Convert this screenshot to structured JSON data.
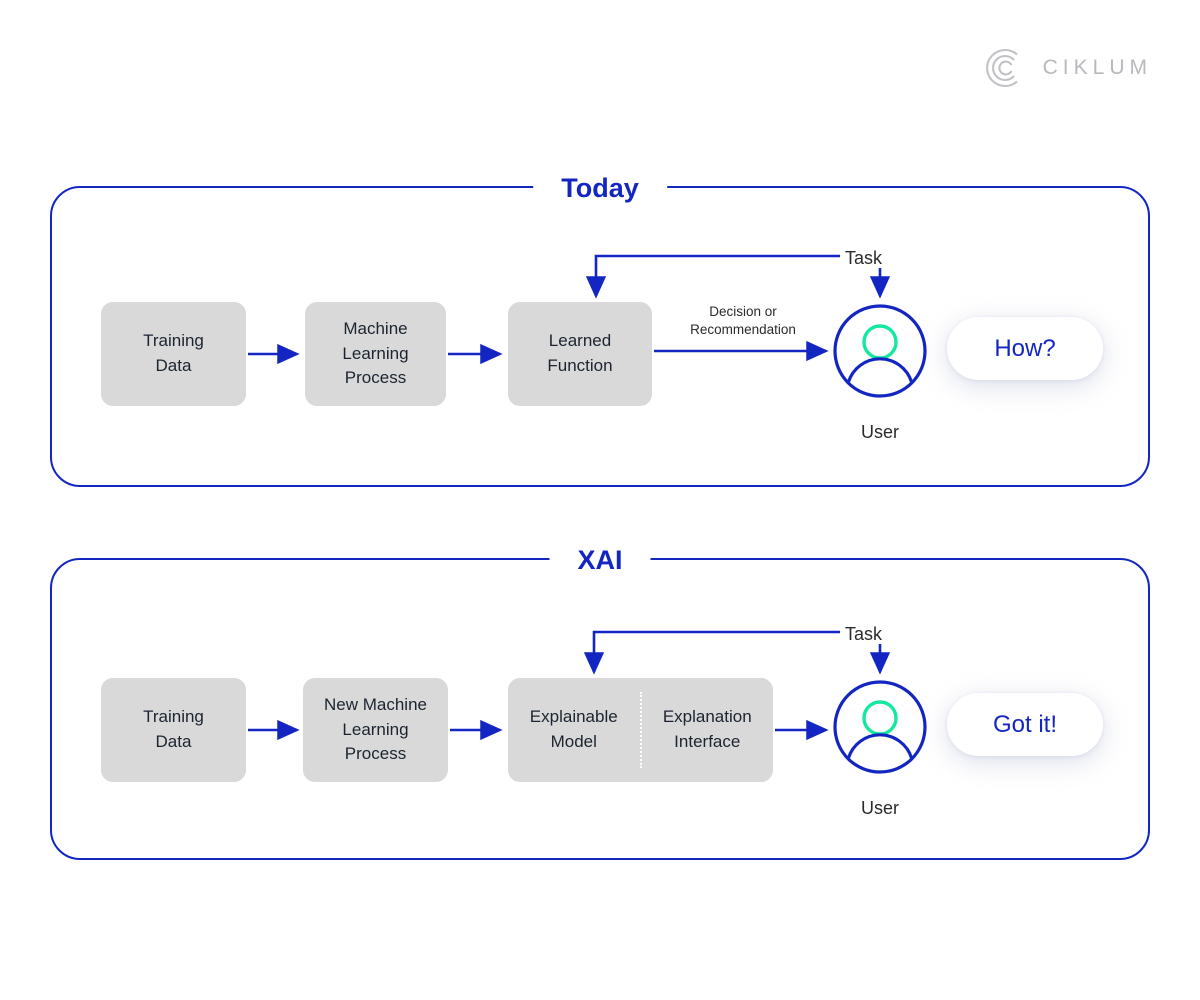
{
  "brand": {
    "logo_icon": "ciklum-c-mark-icon",
    "wordmark": "CIKLUM",
    "logo_color": "#b9b9bd"
  },
  "theme": {
    "blue": "#1426c2",
    "teal": "#14e8a0",
    "box_gray": "#d9d9d9",
    "text_dark": "#1b2430"
  },
  "panels": [
    {
      "id": "today",
      "title": "Today",
      "boxes": [
        {
          "label": "Training\nData",
          "line1": "Training",
          "line2": "Data"
        },
        {
          "label": "Machine Learning Process",
          "line1": "Machine",
          "line2": "Learning",
          "line3": "Process"
        },
        {
          "label": "Learned Function",
          "line1": "Learned",
          "line2": "Function"
        }
      ],
      "edge_labels": [
        {
          "name": "decision-label",
          "line1": "Decision or",
          "line2": "Recommendation"
        },
        {
          "name": "task-label",
          "text": "Task"
        }
      ],
      "user_label": "User",
      "pill": "How?"
    },
    {
      "id": "xai",
      "title": "XAI",
      "boxes": [
        {
          "label": "Training\nData",
          "line1": "Training",
          "line2": "Data"
        },
        {
          "label": "New Machine Learning Process",
          "line1": "New Machine",
          "line2": "Learning",
          "line3": "Process"
        },
        {
          "label": "Explainable Model",
          "line1": "Explainable",
          "line2": "Model"
        },
        {
          "label": "Explanation Interface",
          "line1": "Explanation",
          "line2": "Interface"
        }
      ],
      "edge_labels": [
        {
          "name": "task-label",
          "text": "Task"
        }
      ],
      "user_label": "User",
      "pill": "Got it!"
    }
  ]
}
